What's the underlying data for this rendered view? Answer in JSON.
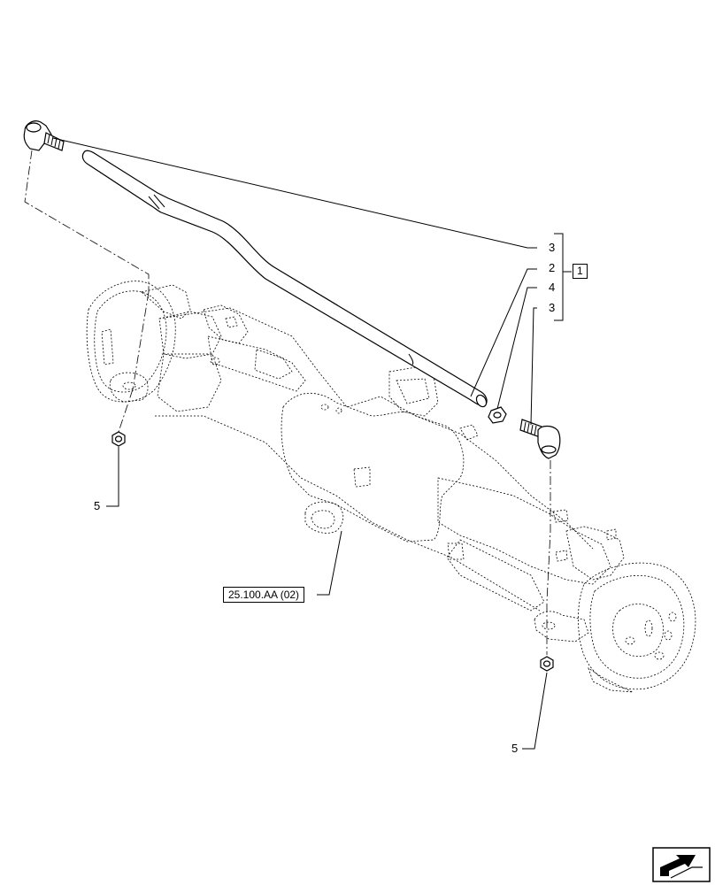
{
  "callouts": {
    "tie_rod_end_top": "3",
    "tie_rod": "2",
    "nut": "4",
    "tie_rod_end_bottom": "3",
    "kit": "1",
    "nut_left": "5",
    "nut_right": "5"
  },
  "reference": {
    "axle_ref": "25.100.AA (02)"
  },
  "icons": {
    "navigation": "next-page-arrow-icon"
  }
}
